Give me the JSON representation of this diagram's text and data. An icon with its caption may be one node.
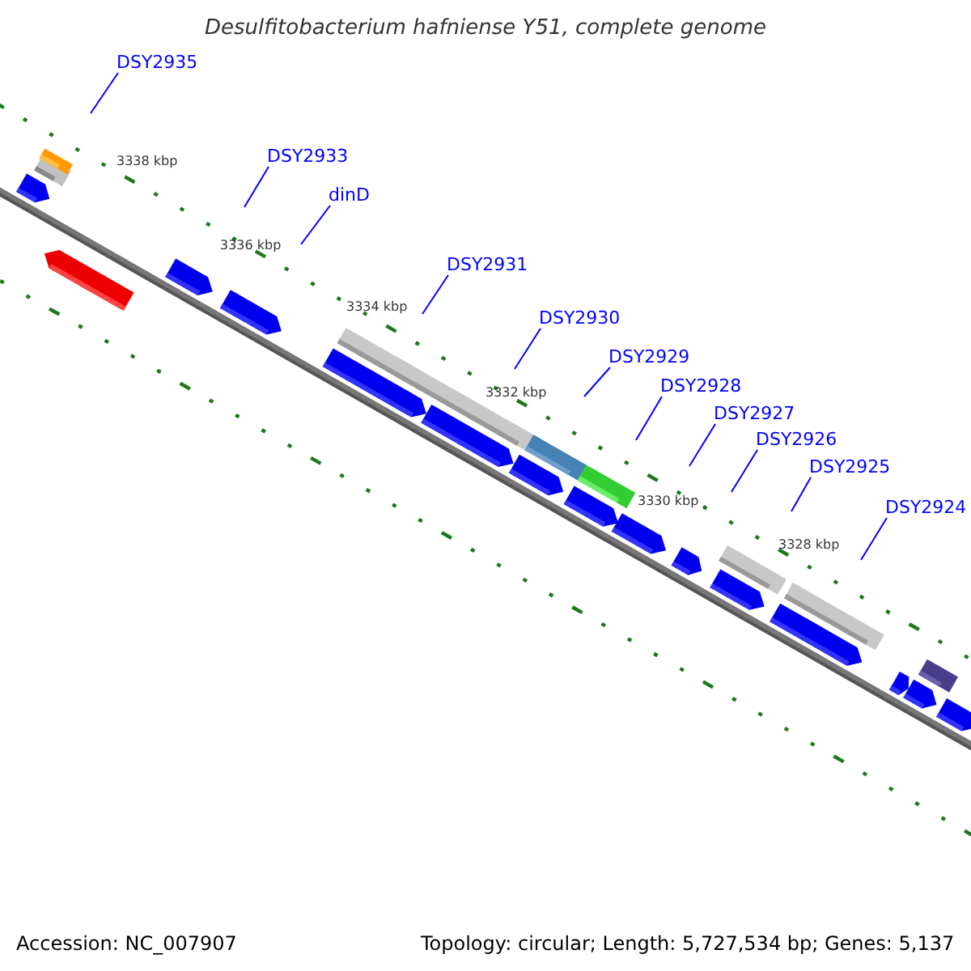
{
  "diagram": {
    "title": "Desulfitobacterium hafniense Y51, complete genome",
    "nodes": [
      {
        "text": [
          "DSY2935"
        ]
      },
      {
        "text": [
          "DSY2933"
        ]
      },
      {
        "text": [
          "dinD"
        ]
      },
      {
        "text": [
          "DSY2931"
        ]
      },
      {
        "text": [
          "DSY2930"
        ]
      },
      {
        "text": [
          "DSY2929"
        ]
      },
      {
        "text": [
          "DSY2928"
        ]
      },
      {
        "text": [
          "DSY2927"
        ]
      },
      {
        "text": [
          "DSY2926"
        ]
      },
      {
        "text": [
          "DSY2925"
        ]
      },
      {
        "text": [
          "DSY2924"
        ]
      }
    ],
    "edges": [
      {
        "from": 0,
        "to": null,
        "arrow": "none"
      },
      {
        "from": 1,
        "to": null,
        "arrow": "none"
      },
      {
        "from": 2,
        "to": null,
        "arrow": "none"
      },
      {
        "from": 3,
        "to": null,
        "arrow": "none"
      },
      {
        "from": 4,
        "to": null,
        "arrow": "none"
      },
      {
        "from": 5,
        "to": null,
        "arrow": "none"
      },
      {
        "from": 6,
        "to": null,
        "arrow": "none"
      },
      {
        "from": 7,
        "to": null,
        "arrow": "none"
      },
      {
        "from": 8,
        "to": null,
        "arrow": "none"
      },
      {
        "from": 9,
        "to": null,
        "arrow": "none"
      },
      {
        "from": 10,
        "to": null,
        "arrow": "none"
      }
    ],
    "labels": [
      "3338 kbp",
      "3336 kbp",
      "3334 kbp",
      "3332 kbp",
      "3330 kbp",
      "3328 kbp",
      "Accession: NC_007907",
      "Topology: circular; Length: 5,727,534 bp; Genes: 5,137"
    ]
  }
}
